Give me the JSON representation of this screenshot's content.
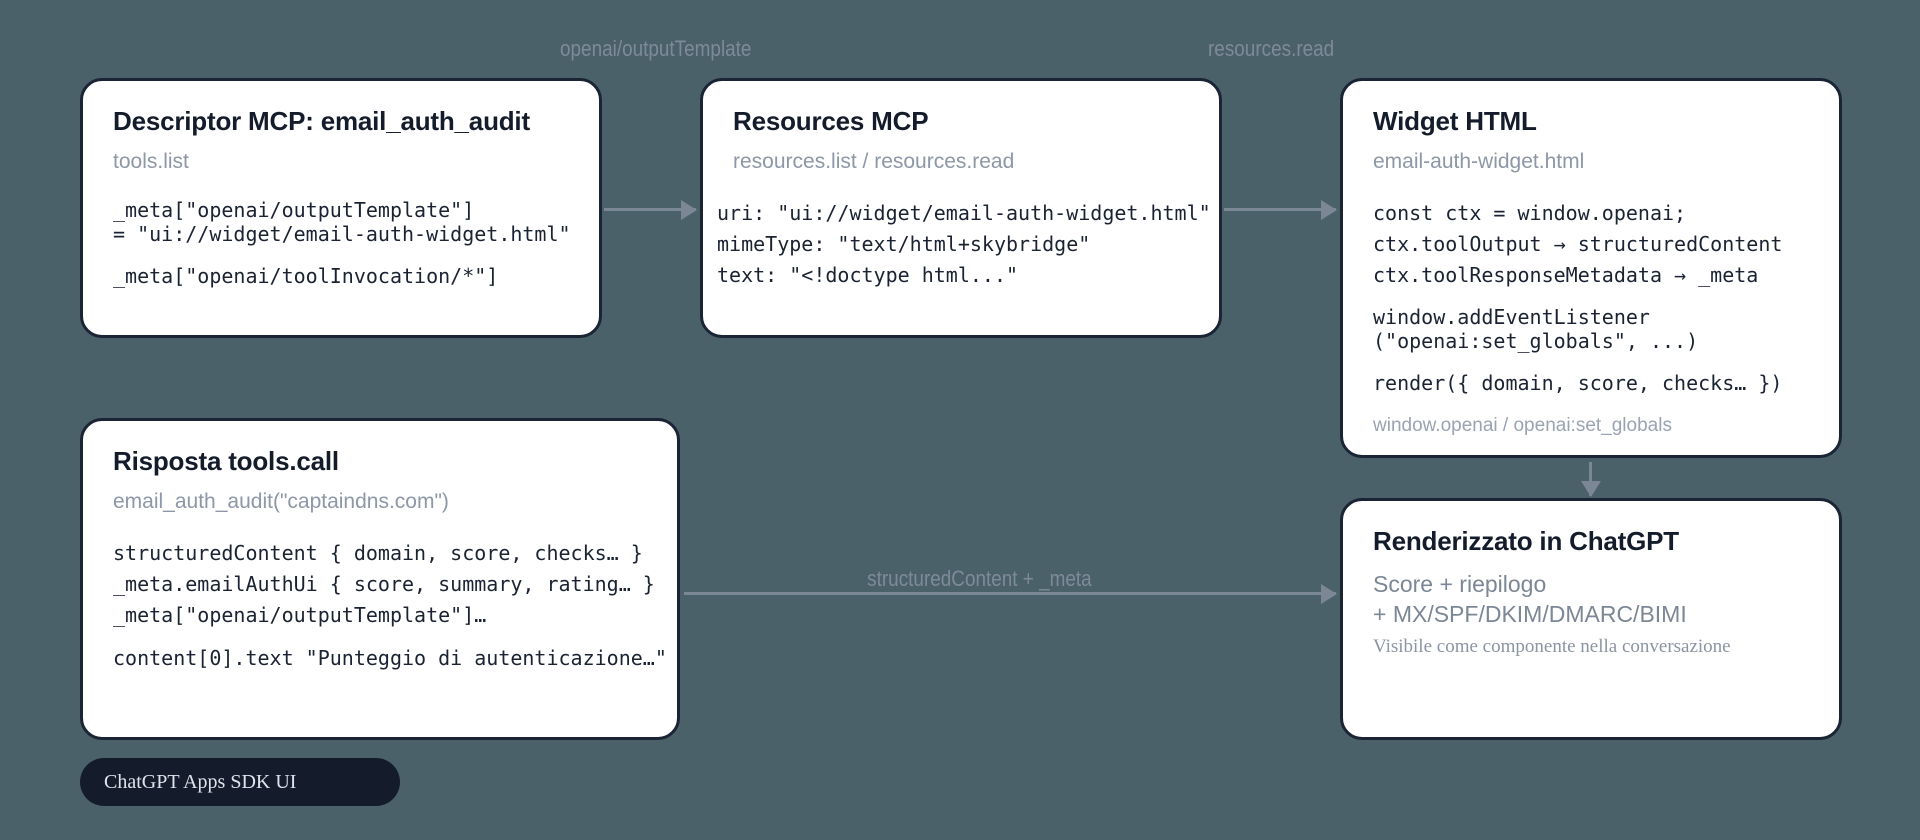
{
  "canvas": {
    "background_color": "#4a6169",
    "card_background": "#ffffff",
    "card_border_color": "#1b2434",
    "arrow_color": "#7c8796",
    "badge_color": "#141c2c"
  },
  "edge_labels": {
    "output_template": "openai/outputTemplate",
    "resources_read": "resources.read",
    "structured_content_meta": "structuredContent + _meta"
  },
  "cards": {
    "descriptor": {
      "title": "Descriptor MCP: email_auth_audit",
      "subtitle": "tools.list",
      "lines": [
        "_meta[\"openai/outputTemplate\"]",
        "= \"ui://widget/email-auth-widget.html\"",
        "_meta[\"openai/toolInvocation/*\"]"
      ]
    },
    "resources": {
      "title": "Resources MCP",
      "subtitle": "resources.list / resources.read",
      "lines": [
        "uri: \"ui://widget/email-auth-widget.html\"",
        "mimeType: \"text/html+skybridge\"",
        "text: \"<!doctype html...\""
      ]
    },
    "widget": {
      "title": "Widget HTML",
      "subtitle": "email-auth-widget.html",
      "lines": [
        "const ctx = window.openai;",
        "ctx.toolOutput → structuredContent",
        "ctx.toolResponseMetadata → _meta"
      ],
      "lines_block2": [
        "window.addEventListener",
        "(\"openai:set_globals\", ...)"
      ],
      "lines_block3": [
        "render({ domain, score, checks… })"
      ],
      "footnote": "window.openai / openai:set_globals"
    },
    "response": {
      "title": "Risposta tools.call",
      "subtitle": "email_auth_audit(\"captaindns.com\")",
      "lines": [
        "structuredContent { domain, score, checks… }",
        "_meta.emailAuthUi { score, summary, rating… }",
        "_meta[\"openai/outputTemplate\"]…",
        "content[0].text \"Punteggio di autenticazione…\""
      ]
    },
    "rendered": {
      "title": "Renderizzato in ChatGPT",
      "lines": [
        "Score + riepilogo",
        "+ MX/SPF/DKIM/DMARC/BIMI"
      ],
      "note": "Visibile come componente nella conversazione"
    }
  },
  "badge": {
    "label": "ChatGPT Apps SDK UI"
  }
}
